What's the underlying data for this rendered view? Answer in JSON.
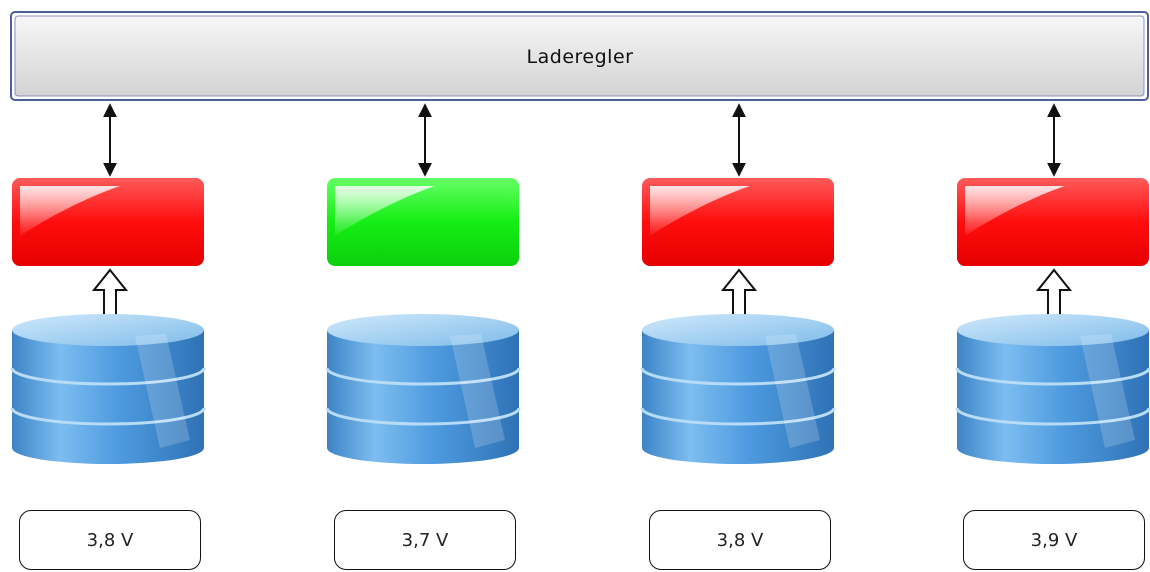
{
  "controller": {
    "label": "Laderegler"
  },
  "modules": [
    {
      "balancer_state": "active",
      "balancer_color": "#ff1a1a",
      "voltage": "3,8 V"
    },
    {
      "balancer_state": "inactive",
      "balancer_color": "#19ee19",
      "voltage": "3,7 V"
    },
    {
      "balancer_state": "active",
      "balancer_color": "#ff1a1a",
      "voltage": "3,8 V"
    },
    {
      "balancer_state": "active",
      "balancer_color": "#ff1a1a",
      "voltage": "3,9 V"
    }
  ],
  "colors": {
    "controller_fill": "#e4e4e4",
    "controller_border": "#4a5f9c",
    "cell_blue": "#4a96d8",
    "arrow": "#111111"
  }
}
